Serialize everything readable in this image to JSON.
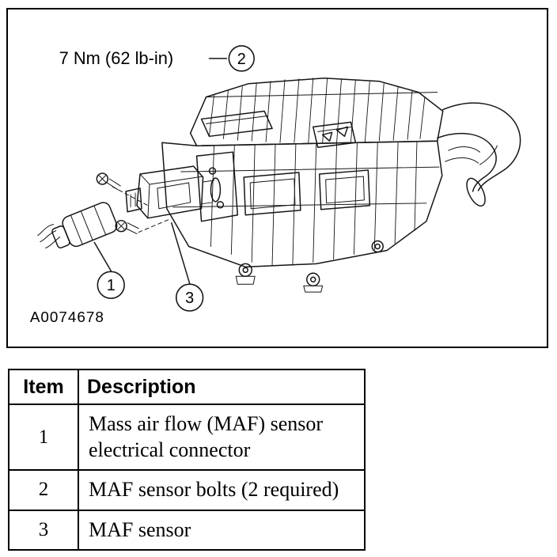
{
  "figure": {
    "torque_label": "7 Nm (62 lb-in)",
    "figure_code": "A0074678",
    "callouts": [
      {
        "number": "1"
      },
      {
        "number": "2"
      },
      {
        "number": "3"
      }
    ]
  },
  "table": {
    "headers": {
      "item": "Item",
      "description": "Description"
    },
    "rows": [
      {
        "item": "1",
        "description": "Mass air flow (MAF) sensor electrical connector"
      },
      {
        "item": "2",
        "description": "MAF sensor bolts (2 required)"
      },
      {
        "item": "3",
        "description": "MAF sensor"
      }
    ]
  }
}
